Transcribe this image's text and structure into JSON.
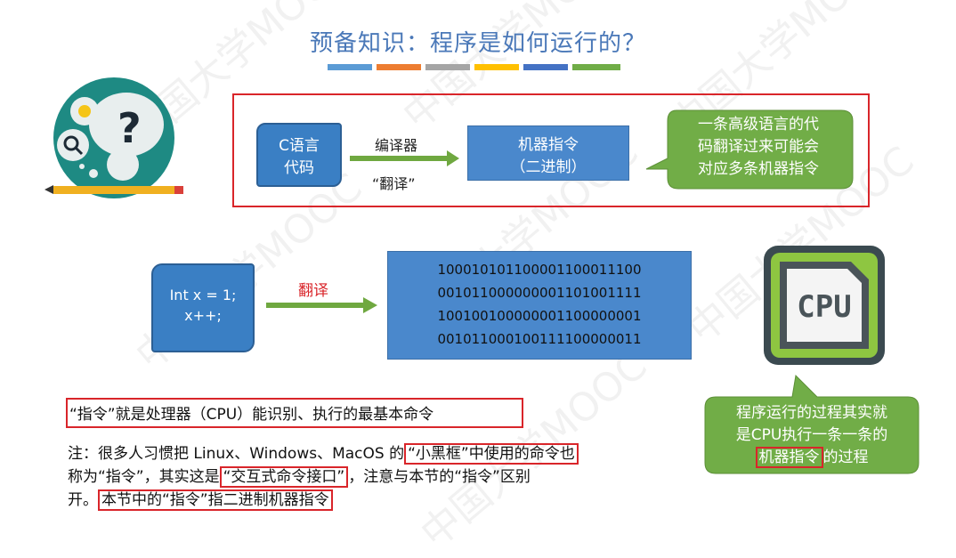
{
  "slide": {
    "title": "预备知识：程序是如何运行的？",
    "title_colors": [
      "#5b9bd5",
      "#ed7d31",
      "#a5a5a5",
      "#ffc000",
      "#4472c4",
      "#70ad47"
    ]
  },
  "top_diagram": {
    "source_label_1": "C语言",
    "source_label_2": "代码",
    "arrow_label_top": "编译器",
    "arrow_label_bottom": "“翻译”",
    "target_label_1": "机器指令",
    "target_label_2": "（二进制）",
    "callout_lines": [
      "一条高级语言的代",
      "码翻译过来可能会",
      "对应多条机器指令"
    ]
  },
  "middle_diagram": {
    "code_line_1": "Int x = 1;",
    "code_line_2": "x++;",
    "arrow_label": "翻译",
    "binary_lines": [
      "10001010110000110001110​0",
      "001011000000001101001111",
      "100100100000001100000001",
      "001011000100111100000011"
    ]
  },
  "cpu": {
    "chip_text": "CPU",
    "callout_line_1": "程序运行的过程其实就",
    "callout_line_2": "是CPU执行一条一条的",
    "callout_highlight": "机器指令",
    "callout_suffix": "的过程"
  },
  "definition": "“指令”就是处理器（CPU）能识别、执行的最基本命令",
  "note": {
    "part1": "注：很多人习惯把 Linux、Windows、MacOS 的",
    "hl1": "“小黑框”中使用的命令也",
    "part2": "称为“指令”，其实这是",
    "hl2": "“交互式命令接口”",
    "part3": "，注意与本节的“指令”区别",
    "part4": "开。",
    "hl3": "本节中的“指令”指二进制机器指令"
  },
  "watermark": "中国大学MOOC"
}
